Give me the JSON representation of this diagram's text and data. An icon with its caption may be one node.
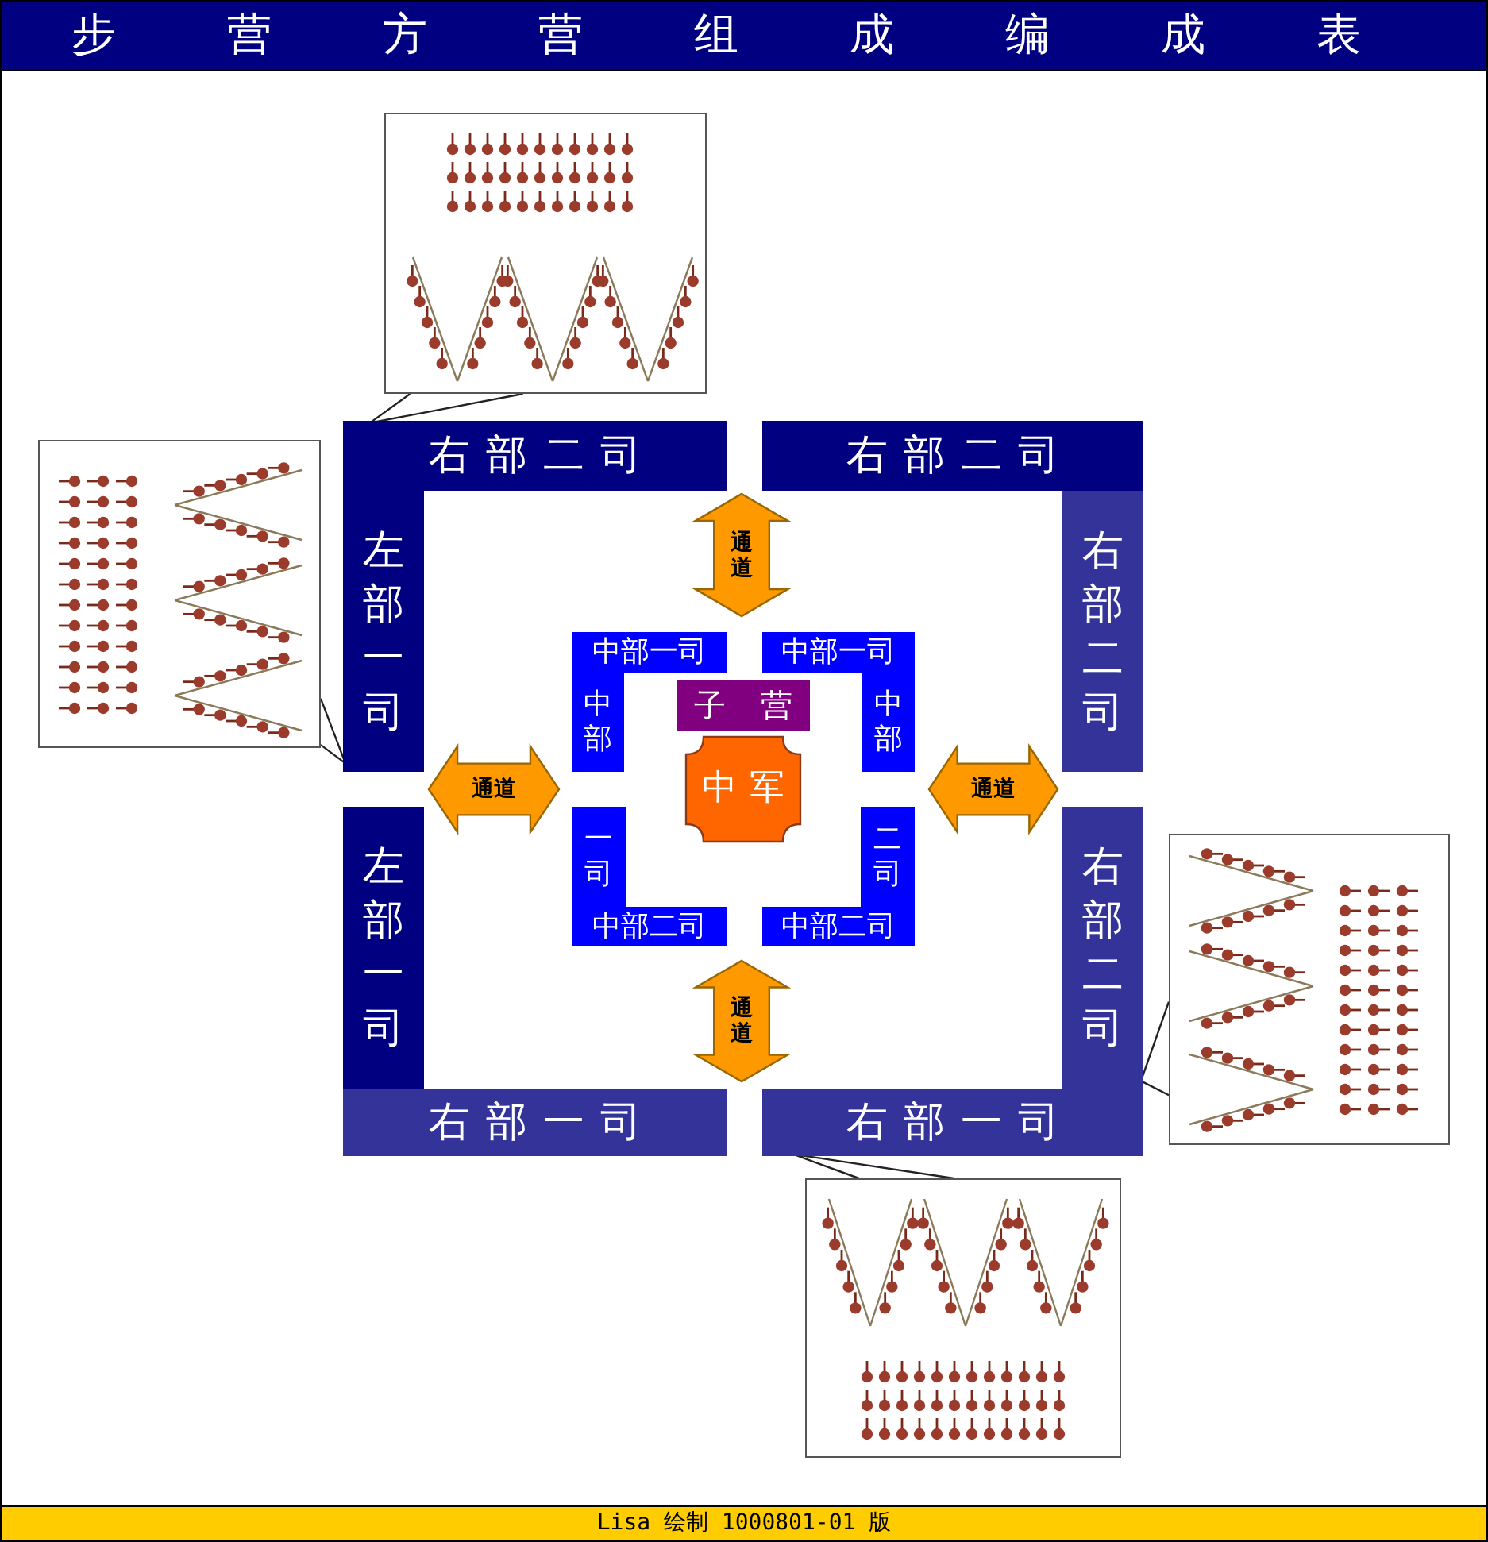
{
  "diagram": {
    "title": "步营方营组成编成表",
    "nodes": [
      {
        "text": [],
        "shape": "picture"
      },
      {
        "text": [],
        "shape": "picture"
      },
      {
        "text": [
          "右部二司"
        ]
      },
      {
        "text": [
          "右部二司"
        ]
      },
      {
        "text": [
          "左部一司"
        ]
      },
      {
        "text": [
          "右部二司"
        ]
      },
      {
        "text": [
          "通道"
        ]
      },
      {
        "text": [
          "中部一司"
        ]
      },
      {
        "text": [
          "中部一司"
        ]
      },
      {
        "text": [
          "中部"
        ]
      },
      {
        "text": [
          "子营"
        ]
      },
      {
        "text": [
          "中部"
        ]
      },
      {
        "text": [
          "通道"
        ]
      },
      {
        "text": [
          "中军"
        ]
      },
      {
        "text": [
          "通道"
        ]
      },
      {
        "text": [
          "左部一司"
        ]
      },
      {
        "text": [
          "右部二司"
        ]
      },
      {
        "text": [
          "一司"
        ]
      },
      {
        "text": [
          "二司"
        ]
      },
      {
        "text": [],
        "shape": "picture"
      },
      {
        "text": [
          "中部二司"
        ]
      },
      {
        "text": [
          "中部二司"
        ]
      },
      {
        "text": [
          "通道"
        ]
      },
      {
        "text": [
          "右部一司"
        ]
      },
      {
        "text": [
          "右部一司"
        ]
      },
      {
        "text": [],
        "shape": "picture"
      }
    ],
    "edges": [
      {
        "from": 0,
        "to": 2,
        "arrow": "none"
      },
      {
        "from": 1,
        "to": 4,
        "arrow": "none"
      },
      {
        "from": 19,
        "to": 16,
        "arrow": "none"
      },
      {
        "from": 25,
        "to": 24,
        "arrow": "none"
      }
    ],
    "labels": [
      "Lisa 绘制 1000801-01 版"
    ]
  }
}
